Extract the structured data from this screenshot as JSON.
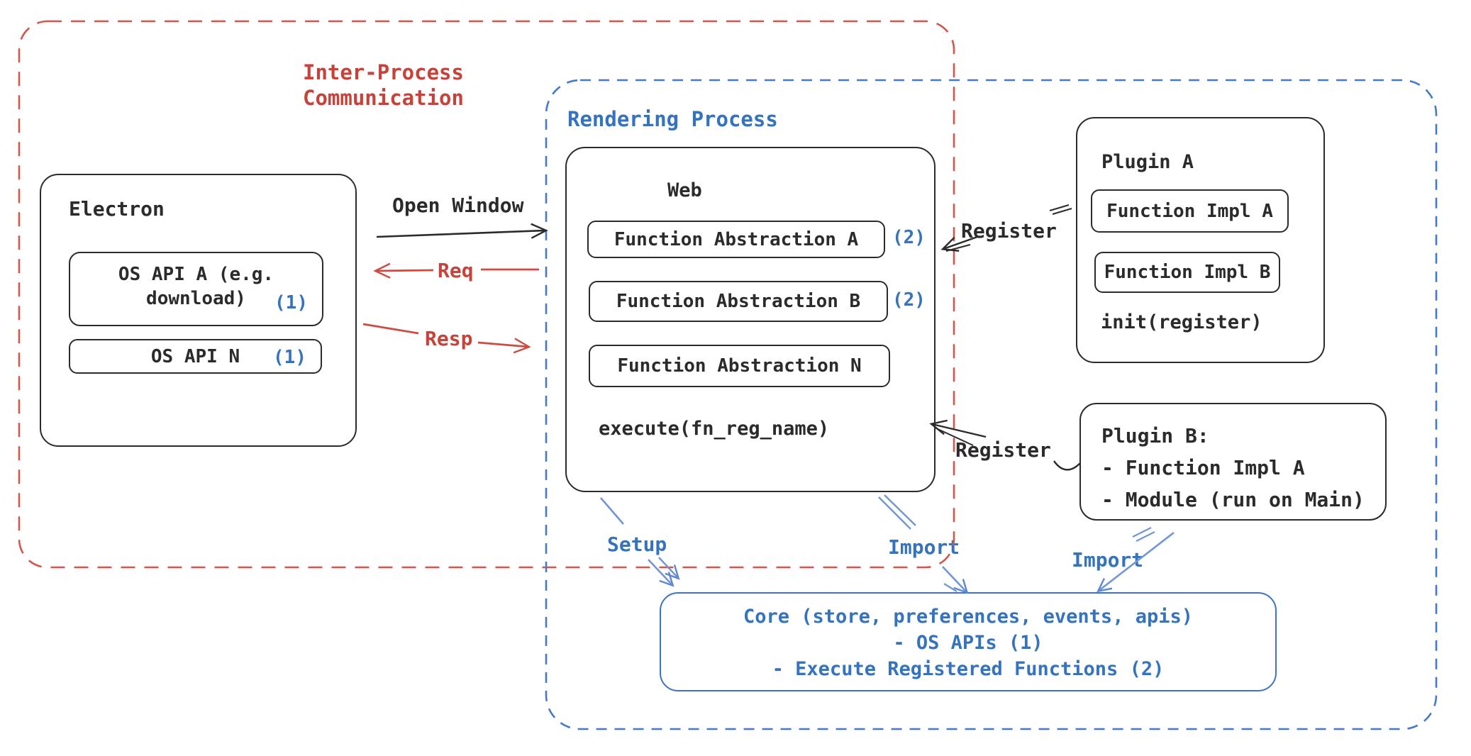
{
  "groups": {
    "ipc": {
      "label_line1": "Inter-Process",
      "label_line2": "Communication"
    },
    "rendering": {
      "label": "Rendering Process"
    }
  },
  "electron": {
    "title": "Electron",
    "os_api_a": {
      "line1": "OS API A (e.g.",
      "line2": "download)",
      "badge": "(1)"
    },
    "os_api_n": {
      "label": "OS API N",
      "badge": "(1)"
    }
  },
  "web": {
    "title": "Web",
    "fn_abstraction_a": {
      "label": "Function Abstraction A",
      "badge": "(2)"
    },
    "fn_abstraction_b": {
      "label": "Function Abstraction B",
      "badge": "(2)"
    },
    "fn_abstraction_n": {
      "label": "Function Abstraction N"
    },
    "execute": "execute(fn_reg_name)"
  },
  "plugin_a": {
    "title": "Plugin A",
    "impl_a": "Function Impl A",
    "impl_b": "Function Impl B",
    "init": "init(register)"
  },
  "plugin_b": {
    "title": "Plugin B:",
    "item1": "- Function Impl A",
    "item2": "- Module (run on Main)"
  },
  "core": {
    "line1": "Core (store, preferences, events, apis)",
    "line2": "- OS APIs (1)",
    "line3": "- Execute Registered Functions (2)"
  },
  "arrows": {
    "open_window": "Open Window",
    "req": "Req",
    "resp": "Resp",
    "register_top": "Register",
    "register_bottom": "Register",
    "setup": "Setup",
    "import_web": "Import",
    "import_plugin": "Import"
  },
  "colors": {
    "ink": "#2b2b2b",
    "red_text": "#c8423a",
    "red_dash": "#d4564a",
    "blue_text": "#3473bf",
    "blue_dash": "#4479cd",
    "blue_arrow": "#7096d8"
  }
}
